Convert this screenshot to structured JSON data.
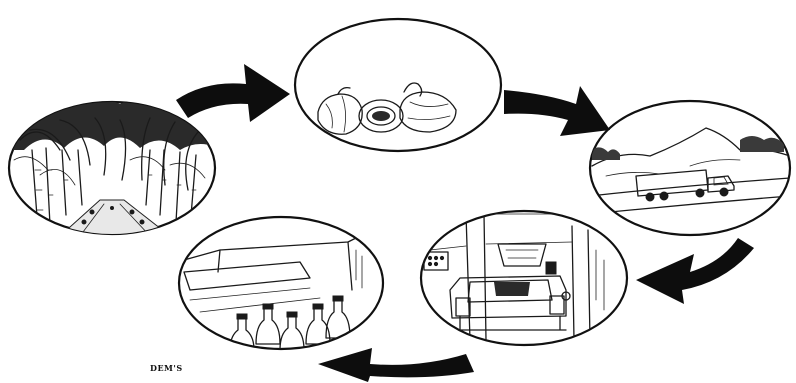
{
  "diagram": {
    "stages": [
      {
        "id": "plantation",
        "icon": "palm-plantation-icon"
      },
      {
        "id": "coconuts",
        "icon": "coconut-icon"
      },
      {
        "id": "transport",
        "icon": "truck-icon"
      },
      {
        "id": "processing",
        "icon": "factory-machine-icon"
      },
      {
        "id": "bottling",
        "icon": "bottles-icon"
      }
    ],
    "signature": "DEM'S",
    "colors": {
      "ink": "#111111",
      "background": "#ffffff"
    }
  }
}
